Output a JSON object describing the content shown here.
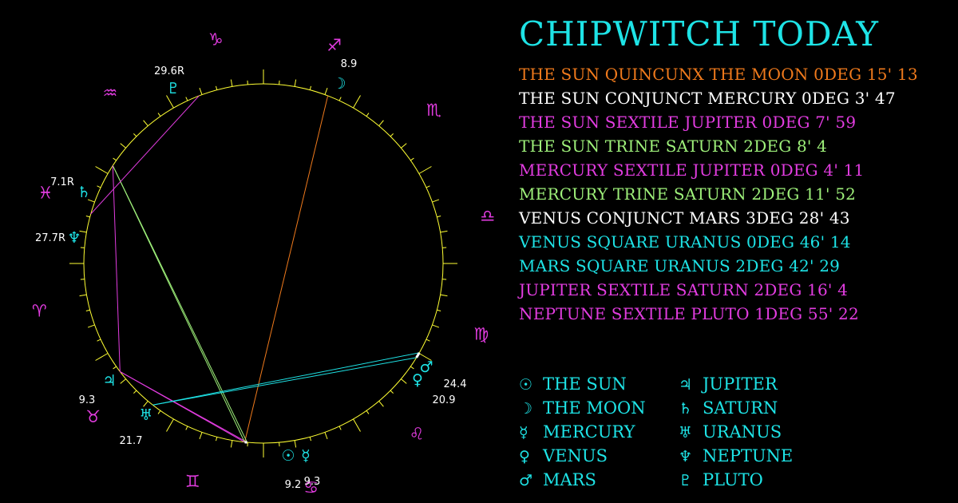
{
  "title": "CHIPWITCH TODAY",
  "aspects": [
    {
      "text": "THE SUN QUINCUNX THE MOON 0DEG 15' 13",
      "color": "#f07a1c"
    },
    {
      "text": "THE SUN CONJUNCT MERCURY 0DEG 3' 47",
      "color": "#ffffff"
    },
    {
      "text": "THE SUN SEXTILE JUPITER 0DEG 7' 59",
      "color": "#e23ce0"
    },
    {
      "text": "THE SUN TRINE SATURN 2DEG 8' 4",
      "color": "#9ef07a"
    },
    {
      "text": "MERCURY SEXTILE JUPITER 0DEG 4' 11",
      "color": "#e23ce0"
    },
    {
      "text": "MERCURY TRINE SATURN 2DEG 11' 52",
      "color": "#9ef07a"
    },
    {
      "text": "VENUS CONJUNCT MARS 3DEG 28' 43",
      "color": "#ffffff"
    },
    {
      "text": "VENUS SQUARE URANUS 0DEG 46' 14",
      "color": "#1ee3e6"
    },
    {
      "text": "MARS SQUARE URANUS 2DEG 42' 29",
      "color": "#1ee3e6"
    },
    {
      "text": "JUPITER SEXTILE SATURN 2DEG 16' 4",
      "color": "#e23ce0"
    },
    {
      "text": "NEPTUNE SEXTILE PLUTO 1DEG 55' 22",
      "color": "#e23ce0"
    }
  ],
  "legend": {
    "left": [
      {
        "glyph": "☉",
        "name": "THE SUN"
      },
      {
        "glyph": "☽",
        "name": "THE MOON"
      },
      {
        "glyph": "☿",
        "name": "MERCURY"
      },
      {
        "glyph": "♀",
        "name": "VENUS"
      },
      {
        "glyph": "♂",
        "name": "MARS"
      }
    ],
    "right": [
      {
        "glyph": "♃",
        "name": "JUPITER"
      },
      {
        "glyph": "♄",
        "name": "SATURN"
      },
      {
        "glyph": "♅",
        "name": "URANUS"
      },
      {
        "glyph": "♆",
        "name": "NEPTUNE"
      },
      {
        "glyph": "♇",
        "name": "PLUTO"
      }
    ]
  },
  "zodiac": [
    {
      "glyph": "♑",
      "name": "capricorn"
    },
    {
      "glyph": "♐",
      "name": "sagittarius"
    },
    {
      "glyph": "♏",
      "name": "scorpio"
    },
    {
      "glyph": "♎",
      "name": "libra"
    },
    {
      "glyph": "♍",
      "name": "virgo"
    },
    {
      "glyph": "♌",
      "name": "leo"
    },
    {
      "glyph": "♋",
      "name": "cancer"
    },
    {
      "glyph": "♊",
      "name": "gemini"
    },
    {
      "glyph": "♉",
      "name": "taurus"
    },
    {
      "glyph": "♈",
      "name": "aries"
    },
    {
      "glyph": "♓",
      "name": "pisces"
    },
    {
      "glyph": "♒",
      "name": "aquarius"
    }
  ],
  "planets": [
    {
      "name": "sun",
      "glyph": "☉",
      "label": "9.2"
    },
    {
      "name": "mercury",
      "glyph": "☿",
      "label": "9.3"
    },
    {
      "name": "moon",
      "glyph": "☽",
      "label": "8.9"
    },
    {
      "name": "mars",
      "glyph": "♂",
      "label": "24.4"
    },
    {
      "name": "venus",
      "glyph": "♀",
      "label": "20.9"
    },
    {
      "name": "jupiter",
      "glyph": "♃",
      "label": "9.3"
    },
    {
      "name": "uranus",
      "glyph": "♅",
      "label": "21.7"
    },
    {
      "name": "saturn",
      "glyph": "♄",
      "label": "7.1R"
    },
    {
      "name": "neptune",
      "glyph": "♆",
      "label": "27.7R"
    },
    {
      "name": "pluto",
      "glyph": "♇",
      "label": "29.6R"
    }
  ],
  "colors": {
    "cyan": "#1ee3e6",
    "magenta": "#e23ce0",
    "yellow": "#ffff33",
    "orange": "#f07a1c",
    "green": "#9ef07a",
    "white": "#ffffff"
  }
}
